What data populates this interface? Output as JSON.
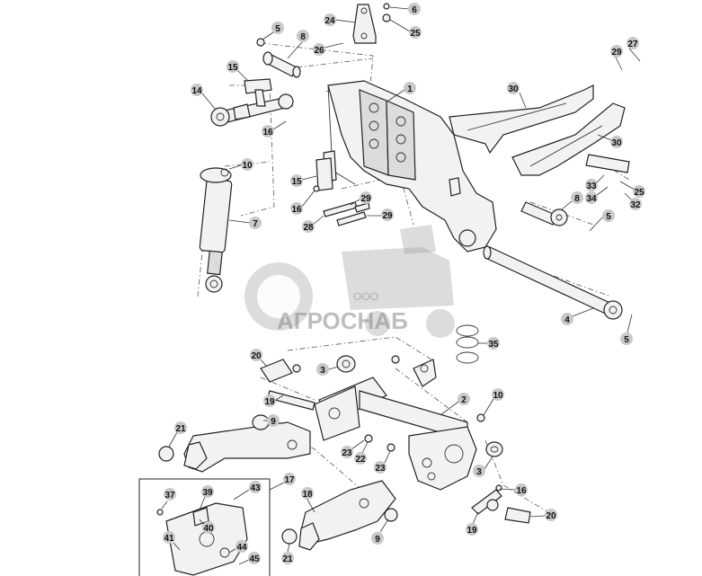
{
  "watermark": {
    "company_prefix": "ООО",
    "company_name": "АГРОСНАБ"
  },
  "callouts": [
    {
      "id": "c1",
      "label": "1"
    },
    {
      "id": "c2",
      "label": "2"
    },
    {
      "id": "c3a",
      "label": "3"
    },
    {
      "id": "c3b",
      "label": "3"
    },
    {
      "id": "c4",
      "label": "4"
    },
    {
      "id": "c5a",
      "label": "5"
    },
    {
      "id": "c5b",
      "label": "5"
    },
    {
      "id": "c5c",
      "label": "5"
    },
    {
      "id": "c6",
      "label": "6"
    },
    {
      "id": "c7",
      "label": "7"
    },
    {
      "id": "c8a",
      "label": "8"
    },
    {
      "id": "c8b",
      "label": "8"
    },
    {
      "id": "c9a",
      "label": "9"
    },
    {
      "id": "c9b",
      "label": "9"
    },
    {
      "id": "c10a",
      "label": "10"
    },
    {
      "id": "c10b",
      "label": "10"
    },
    {
      "id": "c14",
      "label": "14"
    },
    {
      "id": "c15a",
      "label": "15"
    },
    {
      "id": "c15b",
      "label": "15"
    },
    {
      "id": "c16a",
      "label": "16"
    },
    {
      "id": "c16b",
      "label": "16"
    },
    {
      "id": "c16c",
      "label": "16"
    },
    {
      "id": "c17",
      "label": "17"
    },
    {
      "id": "c18",
      "label": "18"
    },
    {
      "id": "c19a",
      "label": "19"
    },
    {
      "id": "c19b",
      "label": "19"
    },
    {
      "id": "c20a",
      "label": "20"
    },
    {
      "id": "c20b",
      "label": "20"
    },
    {
      "id": "c21a",
      "label": "21"
    },
    {
      "id": "c21b",
      "label": "21"
    },
    {
      "id": "c22",
      "label": "22"
    },
    {
      "id": "c23a",
      "label": "23"
    },
    {
      "id": "c23b",
      "label": "23"
    },
    {
      "id": "c24",
      "label": "24"
    },
    {
      "id": "c25a",
      "label": "25"
    },
    {
      "id": "c25b",
      "label": "25"
    },
    {
      "id": "c26",
      "label": "26"
    },
    {
      "id": "c27",
      "label": "27"
    },
    {
      "id": "c28",
      "label": "28"
    },
    {
      "id": "c29a",
      "label": "29"
    },
    {
      "id": "c29b",
      "label": "29"
    },
    {
      "id": "c29c",
      "label": "29"
    },
    {
      "id": "c30a",
      "label": "30"
    },
    {
      "id": "c30b",
      "label": "30"
    },
    {
      "id": "c32",
      "label": "32"
    },
    {
      "id": "c33",
      "label": "33"
    },
    {
      "id": "c34",
      "label": "34"
    },
    {
      "id": "c35",
      "label": "35"
    },
    {
      "id": "c37",
      "label": "37"
    },
    {
      "id": "c39",
      "label": "39"
    },
    {
      "id": "c40",
      "label": "40"
    },
    {
      "id": "c41",
      "label": "41"
    },
    {
      "id": "c43",
      "label": "43"
    },
    {
      "id": "c44",
      "label": "44"
    },
    {
      "id": "c45",
      "label": "45"
    }
  ]
}
